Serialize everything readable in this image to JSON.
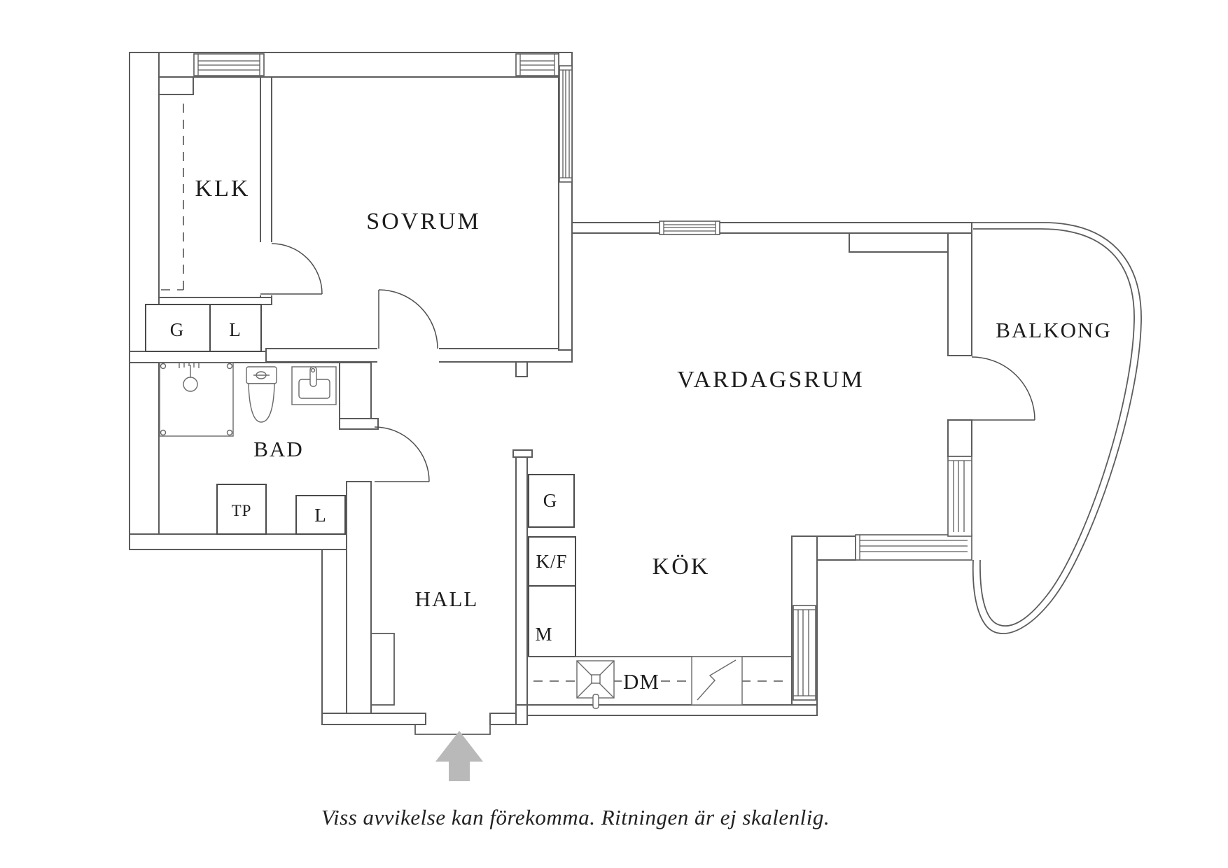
{
  "title": "Apartment floor plan",
  "rooms": {
    "klk": "KLK",
    "sovrum": "SOVRUM",
    "vardagsrum": "VARDAGSRUM",
    "balkong": "BALKONG",
    "kok": "KÖK",
    "hall": "HALL",
    "bad": "BAD"
  },
  "fixtures": {
    "g1": "G",
    "l1": "L",
    "tp": "TP",
    "l2": "L",
    "g2": "G",
    "kf": "K/F",
    "m": "M",
    "dm": "DM"
  },
  "caption": "Viss avvikelse kan förekomma. Ritningen är ej skalenlig.",
  "colors": {
    "wall": "#5c5c5c",
    "text": "#1c1c1c",
    "entry_arrow": "#b9b9b9"
  }
}
